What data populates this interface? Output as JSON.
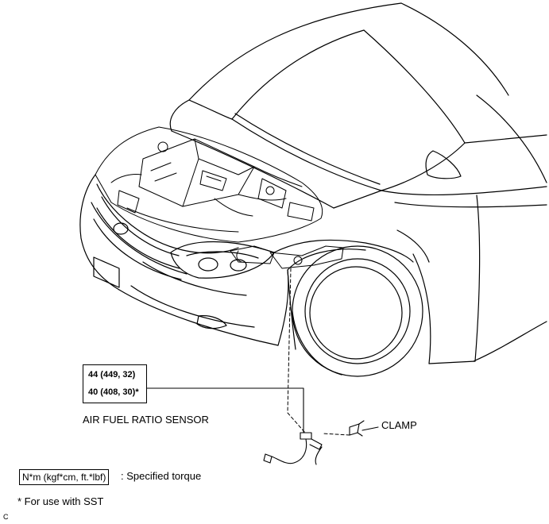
{
  "torque": {
    "value_1": "44 (449, 32)",
    "value_2": "40 (408, 30)*"
  },
  "labels": {
    "sensor": "AIR FUEL RATIO SENSOR",
    "clamp": "CLAMP"
  },
  "legend": {
    "unit": "N*m (kgf*cm, ft.*lbf)",
    "unit_desc": ": Specified torque",
    "footnote": "* For use with SST"
  },
  "corner_mark": "C"
}
